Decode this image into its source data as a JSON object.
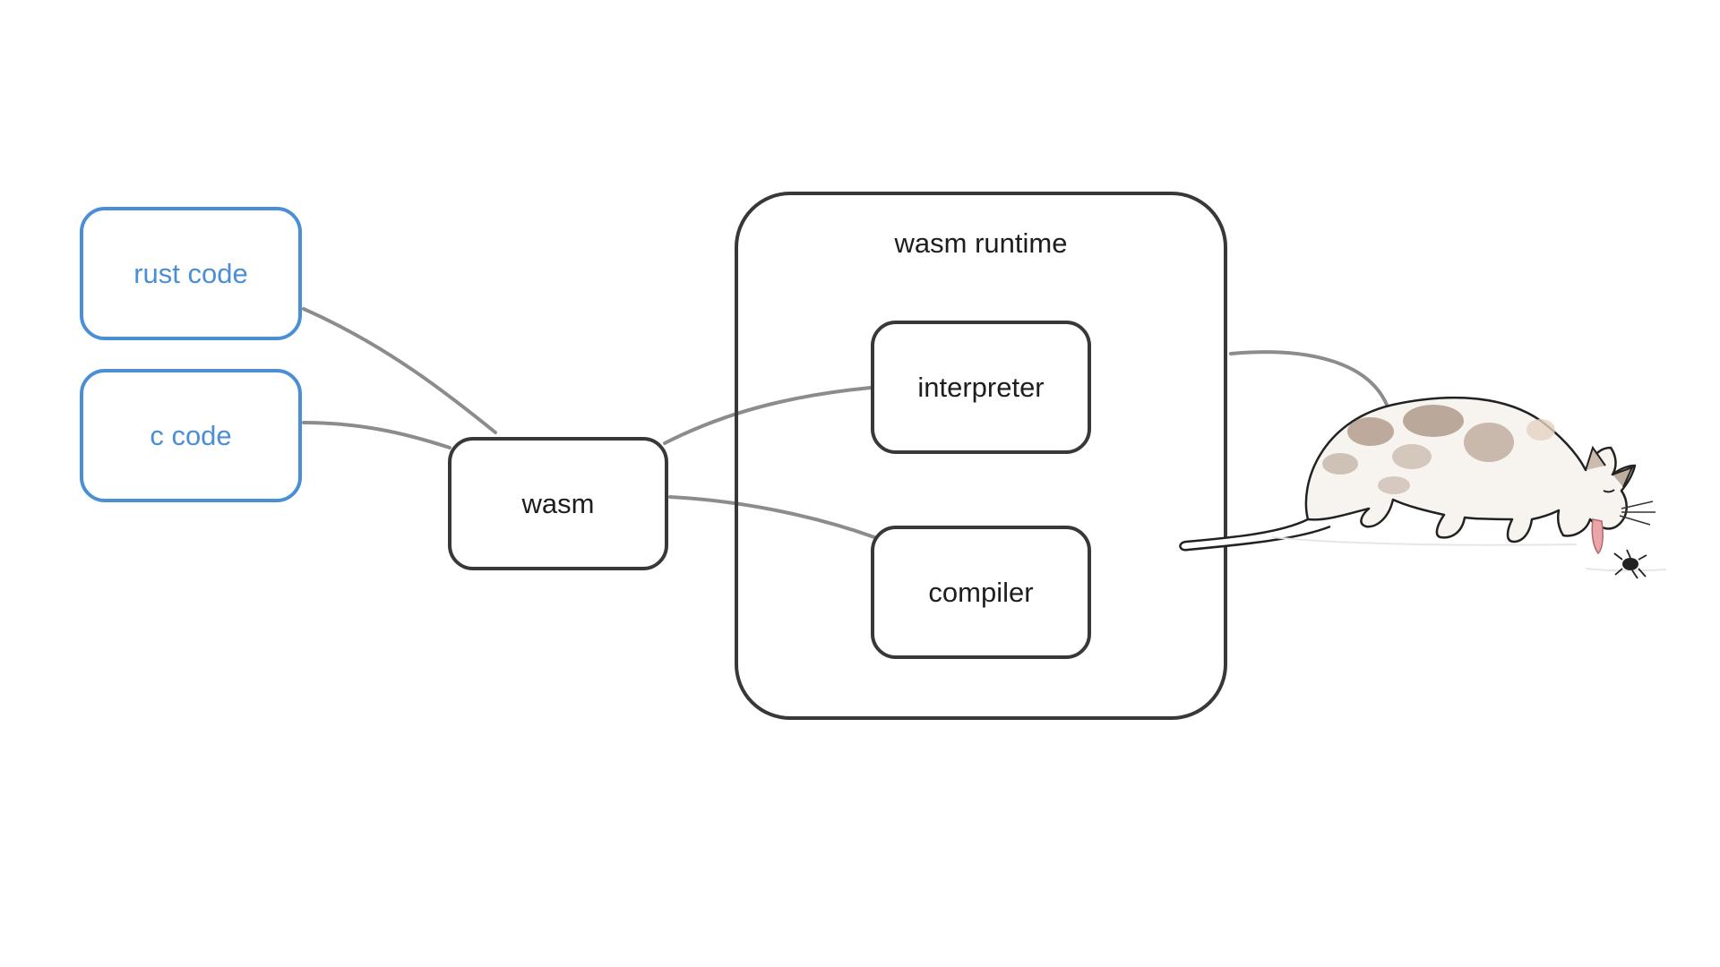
{
  "diagram": {
    "nodes": {
      "rust_code": "rust code",
      "c_code": "c code",
      "wasm": "wasm",
      "interpreter": "interpreter",
      "compiler": "compiler"
    },
    "runtime_label": "wasm runtime",
    "edges": [
      {
        "from": "rust code",
        "to": "wasm"
      },
      {
        "from": "c code",
        "to": "wasm"
      },
      {
        "from": "wasm",
        "to": "interpreter"
      },
      {
        "from": "wasm",
        "to": "compiler"
      },
      {
        "from": "wasm runtime",
        "to": "cat-illustration"
      }
    ],
    "colors": {
      "source_node": "#4a8fd6",
      "box_border": "#383838",
      "connector": "#8c8c8c"
    },
    "illustration": "cat-eating-bug"
  }
}
